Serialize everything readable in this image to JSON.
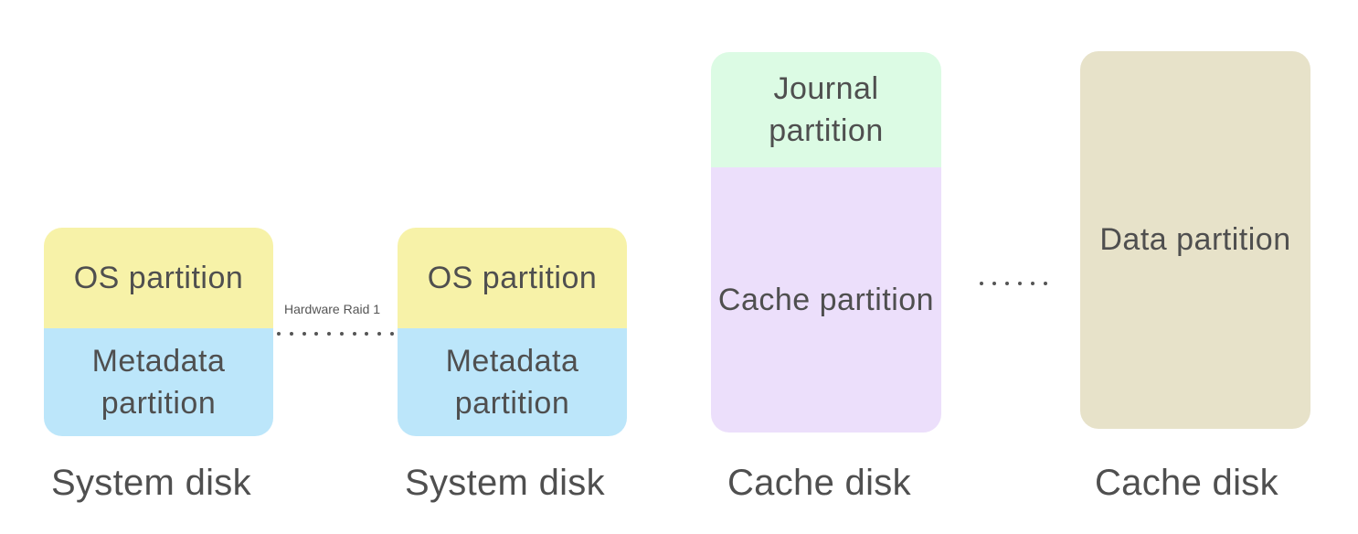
{
  "colors": {
    "os_partition": "#f7f2a8",
    "metadata_partition": "#bce6fa",
    "journal_partition": "#dcfbe4",
    "cache_partition": "#ecdffb",
    "data_partition": "#e7e2c9",
    "text": "#4f4f4f"
  },
  "disks": [
    {
      "caption": "System disk",
      "partitions": [
        {
          "label": "OS partition"
        },
        {
          "label": "Metadata partition"
        }
      ]
    },
    {
      "caption": "System disk",
      "partitions": [
        {
          "label": "OS partition"
        },
        {
          "label": "Metadata partition"
        }
      ]
    },
    {
      "caption": "Cache disk",
      "partitions": [
        {
          "label": "Journal partition"
        },
        {
          "label": "Cache partition"
        }
      ]
    },
    {
      "caption": "Cache disk",
      "partitions": [
        {
          "label": "Data partition"
        }
      ]
    }
  ],
  "connector": {
    "label": "Hardware Raid 1"
  }
}
